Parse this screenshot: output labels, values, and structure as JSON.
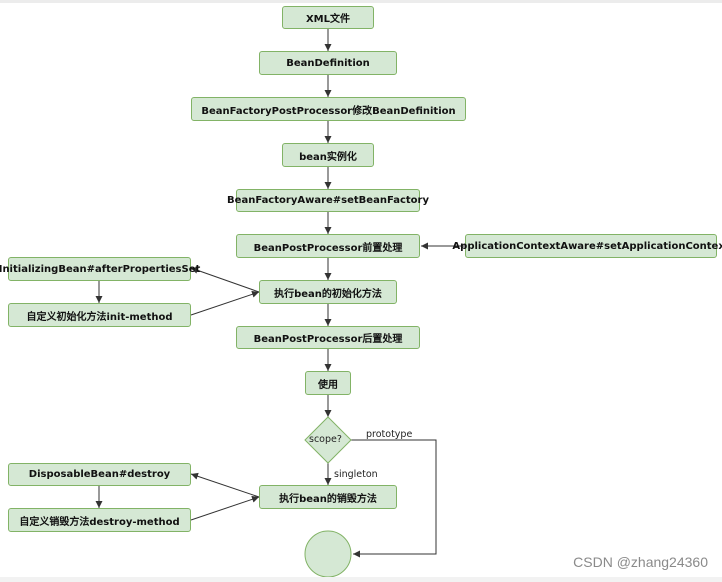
{
  "nodes": {
    "xml": "XML文件",
    "bean_definition": "BeanDefinition",
    "bfpp": "BeanFactoryPostProcessor修改BeanDefinition",
    "instantiate": "bean实例化",
    "bean_factory_aware": "BeanFactoryAware#setBeanFactory",
    "bpp_before": "BeanPostProcessor前置处理",
    "app_ctx_aware": "ApplicationContextAware#setApplicationContext",
    "initializing_bean": "InitializingBean#afterPropertiesSet",
    "run_init": "执行bean的初始化方法",
    "custom_init": "自定义初始化方法init-method",
    "bpp_after": "BeanPostProcessor后置处理",
    "use": "使用",
    "scope": "scope?",
    "disposable_bean": "DisposableBean#destroy",
    "run_destroy": "执行bean的销毁方法",
    "custom_destroy": "自定义销毁方法destroy-method"
  },
  "edge_labels": {
    "prototype": "prototype",
    "singleton": "singleton"
  },
  "watermark": "CSDN @zhang24360",
  "colors": {
    "node_fill": "#d5e8d4",
    "node_border": "#82b366",
    "edge": "#333333"
  }
}
